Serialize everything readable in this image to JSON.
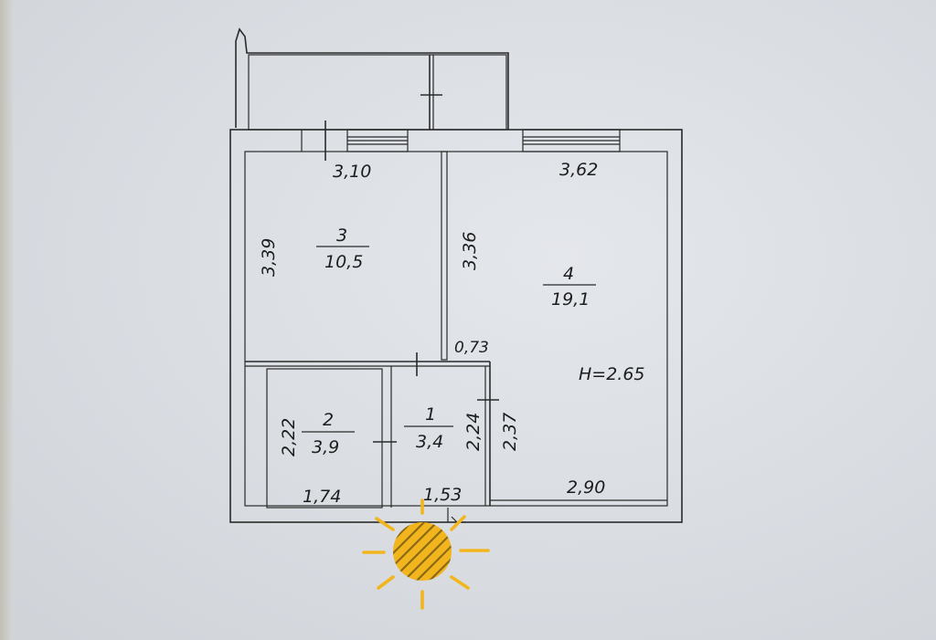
{
  "plan": {
    "ceiling_height": "H=2.65",
    "rooms": [
      {
        "id": "3",
        "number": "3",
        "area": "10,5",
        "width": "3,10",
        "length": "3,39"
      },
      {
        "id": "4",
        "number": "4",
        "area": "19,1",
        "width_top": "3,62",
        "width_bottom": "2,90",
        "length": "3,36",
        "niche": "0,73",
        "length_lower": "2,37"
      },
      {
        "id": "2",
        "number": "2",
        "area": "3,9",
        "width": "1,74",
        "length": "2,22"
      },
      {
        "id": "1",
        "number": "1",
        "area": "3,4",
        "width": "1,53",
        "length": "2,24"
      }
    ]
  },
  "decor": {
    "sun_icon": "sun-icon",
    "sun_color": "#f2b51e",
    "sun_hatch_color": "#8a6a14"
  }
}
